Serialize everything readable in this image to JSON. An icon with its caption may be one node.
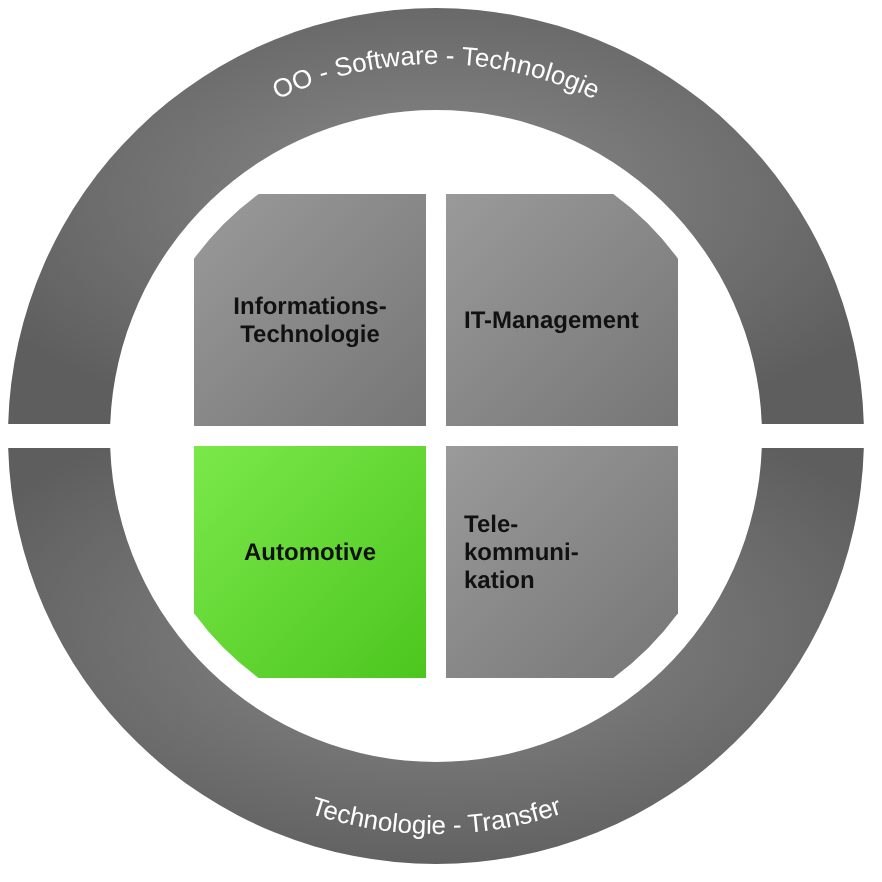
{
  "diagram": {
    "nodes": [
      {
        "text": [
          "OO - Software - Technologie"
        ]
      },
      {
        "text": [
          "Informations- Technologie"
        ]
      },
      {
        "text": [
          "IT-Management"
        ]
      },
      {
        "text": [
          "Automotive"
        ]
      },
      {
        "text": [
          "Tele- kommuni- kation"
        ]
      },
      {
        "text": [
          "Technologie - Transfer"
        ]
      }
    ],
    "edges": []
  }
}
